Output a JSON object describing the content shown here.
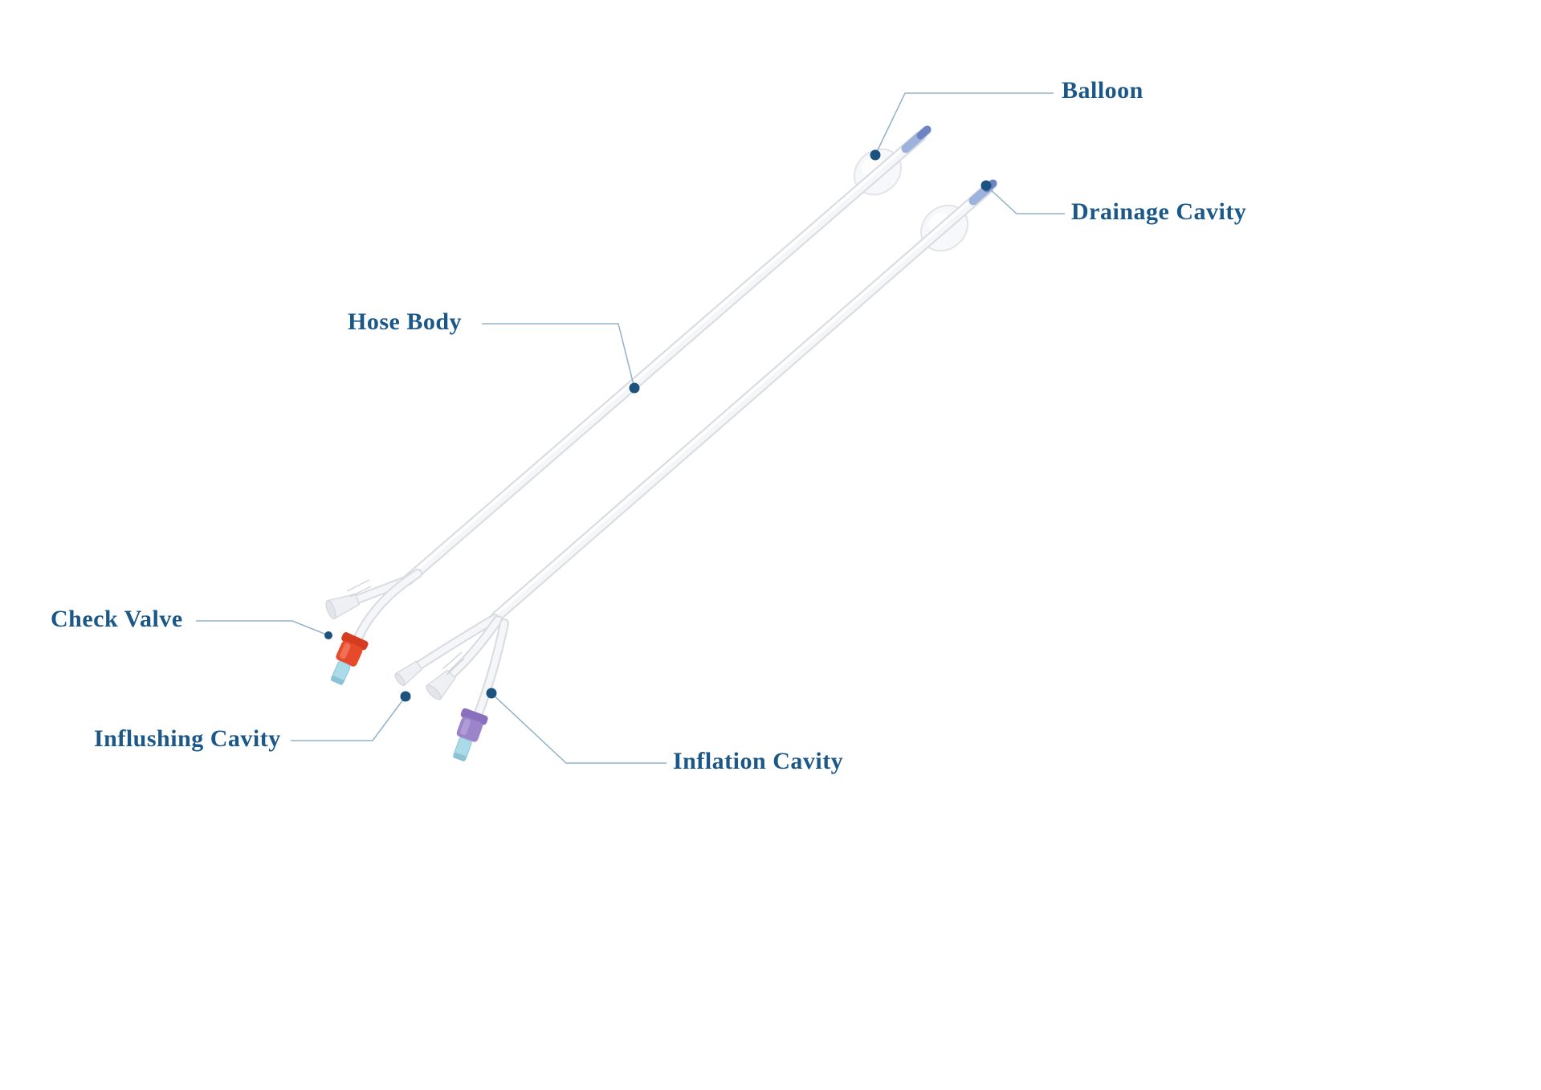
{
  "page": {
    "background": "#ffffff"
  },
  "diagram": {
    "type": "labeled-product-diagram",
    "labels": [
      {
        "id": "balloon",
        "text": "Balloon"
      },
      {
        "id": "drainage-cavity",
        "text": "Drainage Cavity"
      },
      {
        "id": "hose-body",
        "text": "Hose Body"
      },
      {
        "id": "check-valve",
        "text": "Check Valve"
      },
      {
        "id": "influshing-cavity",
        "text": "Influshing Cavity"
      },
      {
        "id": "inflation-cavity",
        "text": "Inflation Cavity"
      }
    ],
    "colors": {
      "label_text": "#1b5787",
      "leader_line": "#90b2ca",
      "anchor_dot": "#1d517f",
      "tube_outline": "#d8dbe1",
      "tube_fill": "#f5f6f8",
      "tip_blue": "#9db3dd",
      "tip_blue_dark": "#6e84c2",
      "check_valve_red": "#e64a2a",
      "check_valve_red_dark": "#d63d20",
      "inflation_valve_purple": "#9c84ca",
      "inflation_valve_purple_dark": "#8a6fbd",
      "luer_tip_cyan": "#abdbe8"
    }
  }
}
